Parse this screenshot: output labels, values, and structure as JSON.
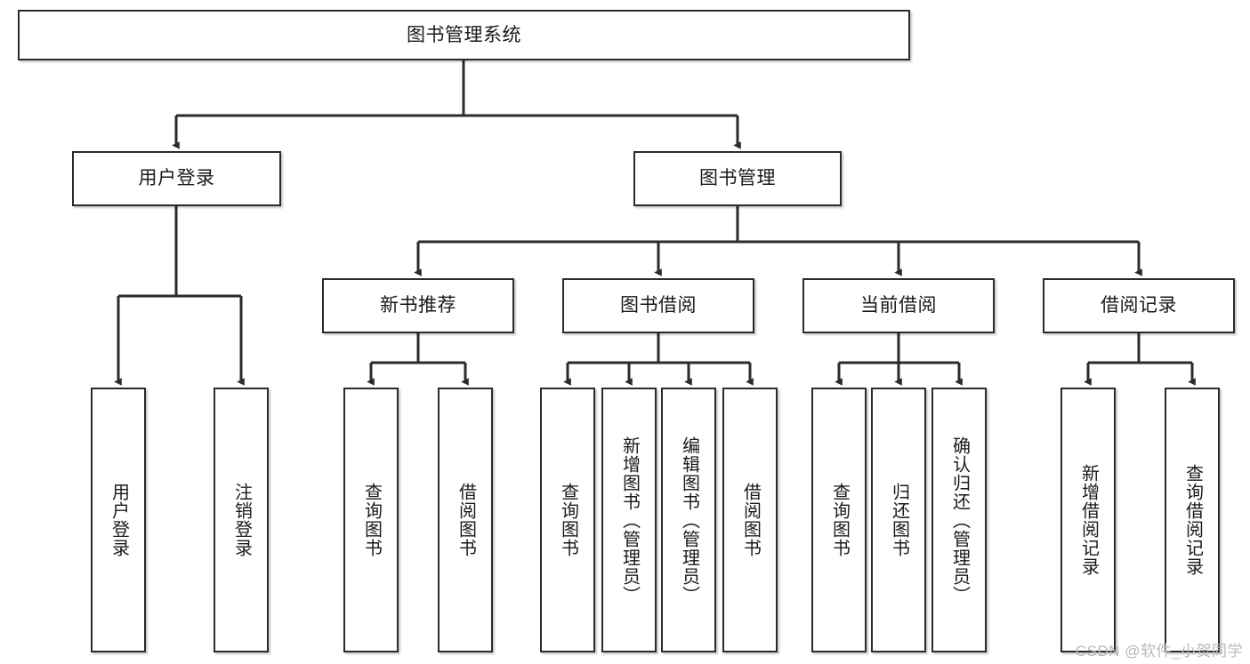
{
  "diagram": {
    "title_text": "图书管理系统",
    "type": "hierarchy-tree",
    "colors": {
      "box_border": "#2b2b2b",
      "box_fill": "#ffffff",
      "connector": "#2b2b2b",
      "text": "#1a1a1a",
      "watermark": "#b9b9b9"
    },
    "watermark": "CSDN @软件_小贺同学",
    "levels": {
      "root": {
        "label": "图书管理系统",
        "orientation": "horizontal"
      },
      "level2": [
        {
          "id": "user-login",
          "label": "用户登录",
          "orientation": "horizontal"
        },
        {
          "id": "book-management",
          "label": "图书管理",
          "orientation": "horizontal"
        }
      ],
      "level3": [
        {
          "id": "new-book-recommend",
          "label": "新书推荐",
          "orientation": "horizontal",
          "parent": "book-management"
        },
        {
          "id": "book-borrow",
          "label": "图书借阅",
          "orientation": "horizontal",
          "parent": "book-management"
        },
        {
          "id": "current-borrow",
          "label": "当前借阅",
          "orientation": "horizontal",
          "parent": "book-management"
        },
        {
          "id": "borrow-record",
          "label": "借阅记录",
          "orientation": "horizontal",
          "parent": "book-management"
        }
      ],
      "leaves": [
        {
          "id": "leaf-user-login",
          "label": "用户登录",
          "orientation": "vertical",
          "parent": "user-login"
        },
        {
          "id": "leaf-user-logout",
          "label": "注销登录",
          "orientation": "vertical",
          "parent": "user-login"
        },
        {
          "id": "leaf-query-book-1",
          "label": "查询图书",
          "orientation": "vertical",
          "parent": "new-book-recommend"
        },
        {
          "id": "leaf-borrow-book-1",
          "label": "借阅图书",
          "orientation": "vertical",
          "parent": "new-book-recommend"
        },
        {
          "id": "leaf-query-book-2",
          "label": "查询图书",
          "orientation": "vertical",
          "parent": "book-borrow"
        },
        {
          "id": "leaf-add-book",
          "label": "新增图书（管理员）",
          "orientation": "vertical",
          "parent": "book-borrow"
        },
        {
          "id": "leaf-edit-book",
          "label": "编辑图书（管理员）",
          "orientation": "vertical",
          "parent": "book-borrow"
        },
        {
          "id": "leaf-borrow-book-2",
          "label": "借阅图书",
          "orientation": "vertical",
          "parent": "book-borrow"
        },
        {
          "id": "leaf-query-book-3",
          "label": "查询图书",
          "orientation": "vertical",
          "parent": "current-borrow"
        },
        {
          "id": "leaf-return-book",
          "label": "归还图书",
          "orientation": "vertical",
          "parent": "current-borrow"
        },
        {
          "id": "leaf-confirm-return",
          "label": "确认归还（管理员）",
          "orientation": "vertical",
          "parent": "current-borrow"
        },
        {
          "id": "leaf-add-record",
          "label": "新增借阅记录",
          "orientation": "vertical",
          "parent": "borrow-record"
        },
        {
          "id": "leaf-query-record",
          "label": "查询借阅记录",
          "orientation": "vertical",
          "parent": "borrow-record"
        }
      ]
    }
  }
}
